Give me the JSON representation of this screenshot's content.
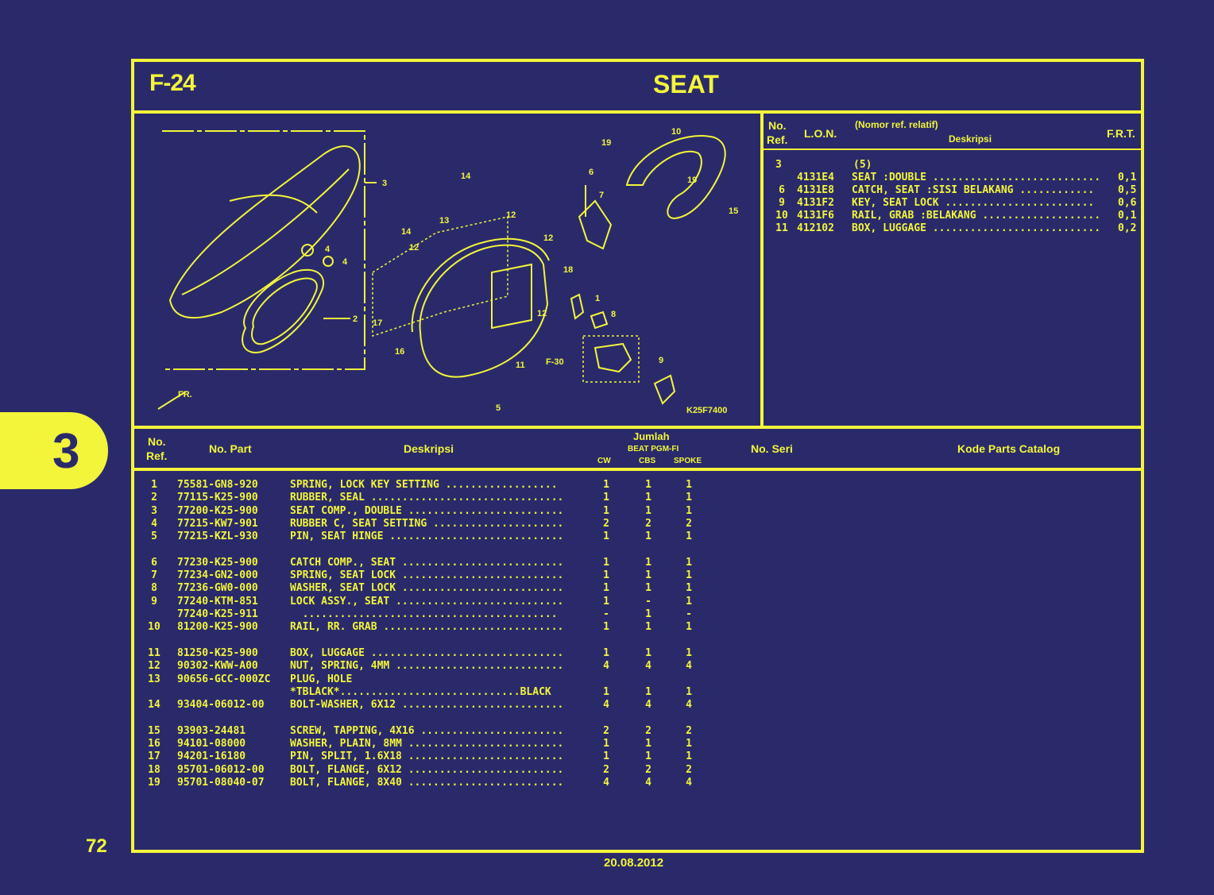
{
  "header": {
    "code": "F-24",
    "title": "SEAT"
  },
  "side_tab": "3",
  "page_number": "72",
  "date": "20.08.2012",
  "ref_table": {
    "hdr_no": "No.",
    "hdr_ref": "Ref.",
    "hdr_lon": "L.O.N.",
    "hdr_nomor": "(Nomor ref. relatif)",
    "hdr_desc": "Deskripsi",
    "hdr_frt": "F.R.T.",
    "group": {
      "ref": "3",
      "qty": "(5)"
    },
    "rows": [
      {
        "ref": "",
        "lon": "4131E4",
        "desc": "SEAT :DOUBLE ...........................",
        "frt": "0,1"
      },
      {
        "ref": "6",
        "lon": "4131E8",
        "desc": "CATCH, SEAT :SISI BELAKANG ............",
        "frt": "0,5"
      },
      {
        "ref": "9",
        "lon": "4131F2",
        "desc": "KEY, SEAT LOCK ........................",
        "frt": "0,6"
      },
      {
        "ref": "10",
        "lon": "4131F6",
        "desc": "RAIL, GRAB :BELAKANG ...................",
        "frt": "0,1"
      },
      {
        "ref": "11",
        "lon": "412102",
        "desc": "BOX, LUGGAGE ...........................",
        "frt": "0,2"
      }
    ]
  },
  "parts_header": {
    "no": "No.",
    "ref": "Ref.",
    "part": "No. Part",
    "desc": "Deskripsi",
    "jumlah": "Jumlah",
    "model": "BEAT PGM-FI",
    "cw": "CW",
    "cbs": "CBS",
    "spoke": "SPOKE",
    "seri": "No. Seri",
    "kode": "Kode Parts Catalog"
  },
  "parts": [
    {
      "ref": "1",
      "part": "75581-GN8-920",
      "desc": "SPRING, LOCK KEY SETTING ..................",
      "cw": "1",
      "cbs": "1",
      "spoke": "1"
    },
    {
      "ref": "2",
      "part": "77115-K25-900",
      "desc": "RUBBER, SEAL ...............................",
      "cw": "1",
      "cbs": "1",
      "spoke": "1"
    },
    {
      "ref": "3",
      "part": "77200-K25-900",
      "desc": "SEAT COMP., DOUBLE .........................",
      "cw": "1",
      "cbs": "1",
      "spoke": "1"
    },
    {
      "ref": "4",
      "part": "77215-KW7-901",
      "desc": "RUBBER C, SEAT SETTING .....................",
      "cw": "2",
      "cbs": "2",
      "spoke": "2"
    },
    {
      "ref": "5",
      "part": "77215-KZL-930",
      "desc": "PIN, SEAT HINGE ............................",
      "cw": "1",
      "cbs": "1",
      "spoke": "1"
    },
    {
      "ref": "6",
      "part": "77230-K25-900",
      "desc": "CATCH COMP., SEAT ..........................",
      "cw": "1",
      "cbs": "1",
      "spoke": "1"
    },
    {
      "ref": "7",
      "part": "77234-GN2-000",
      "desc": "SPRING, SEAT LOCK ..........................",
      "cw": "1",
      "cbs": "1",
      "spoke": "1"
    },
    {
      "ref": "8",
      "part": "77236-GW0-000",
      "desc": "WASHER, SEAT LOCK ..........................",
      "cw": "1",
      "cbs": "1",
      "spoke": "1"
    },
    {
      "ref": "9",
      "part": "77240-KTM-851",
      "desc": "LOCK ASSY., SEAT ...........................",
      "cw": "1",
      "cbs": "-",
      "spoke": "1"
    },
    {
      "ref": "",
      "part": "77240-K25-911",
      "desc": "  .........................................",
      "cw": "-",
      "cbs": "1",
      "spoke": "-"
    },
    {
      "ref": "10",
      "part": "81200-K25-900",
      "desc": "RAIL, RR. GRAB .............................",
      "cw": "1",
      "cbs": "1",
      "spoke": "1"
    },
    {
      "ref": "11",
      "part": "81250-K25-900",
      "desc": "BOX, LUGGAGE ...............................",
      "cw": "1",
      "cbs": "1",
      "spoke": "1"
    },
    {
      "ref": "12",
      "part": "90302-KWW-A00",
      "desc": "NUT, SPRING, 4MM ...........................",
      "cw": "4",
      "cbs": "4",
      "spoke": "4"
    },
    {
      "ref": "13",
      "part": "90656-GCC-000ZC",
      "desc": "PLUG, HOLE",
      "cw": "",
      "cbs": "",
      "spoke": ""
    },
    {
      "ref": "",
      "part": "",
      "desc": "*TBLACK*.............................BLACK",
      "cw": "1",
      "cbs": "1",
      "spoke": "1"
    },
    {
      "ref": "14",
      "part": "93404-06012-00",
      "desc": "BOLT-WASHER, 6X12 ..........................",
      "cw": "4",
      "cbs": "4",
      "spoke": "4"
    },
    {
      "ref": "15",
      "part": "93903-24481",
      "desc": "SCREW, TAPPING, 4X16 .......................",
      "cw": "2",
      "cbs": "2",
      "spoke": "2"
    },
    {
      "ref": "16",
      "part": "94101-08000",
      "desc": "WASHER, PLAIN, 8MM .........................",
      "cw": "1",
      "cbs": "1",
      "spoke": "1"
    },
    {
      "ref": "17",
      "part": "94201-16180",
      "desc": "PIN, SPLIT, 1.6X18 .........................",
      "cw": "1",
      "cbs": "1",
      "spoke": "1"
    },
    {
      "ref": "18",
      "part": "95701-06012-00",
      "desc": "BOLT, FLANGE, 6X12 .........................",
      "cw": "2",
      "cbs": "2",
      "spoke": "2"
    },
    {
      "ref": "19",
      "part": "95701-08040-07",
      "desc": "BOLT, FLANGE, 8X40 .........................",
      "cw": "4",
      "cbs": "4",
      "spoke": "4"
    }
  ],
  "diagram": {
    "callouts": [
      "3",
      "4",
      "4",
      "2",
      "12",
      "13",
      "14",
      "14",
      "12",
      "12",
      "12",
      "17",
      "16",
      "11",
      "5",
      "6",
      "7",
      "18",
      "19",
      "10",
      "19",
      "15",
      "1",
      "8",
      "F-30",
      "9",
      "FR.",
      "K25F7400"
    ]
  }
}
